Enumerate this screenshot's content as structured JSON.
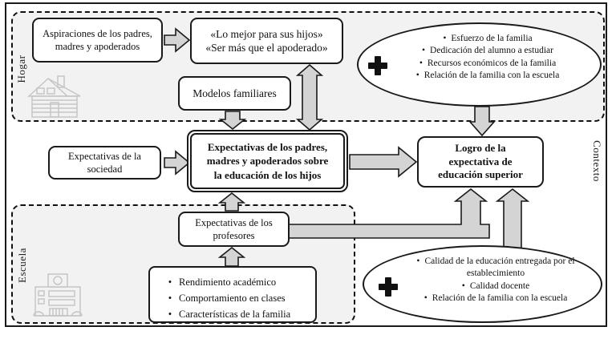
{
  "colors": {
    "panel_fill": "#f2f2f2",
    "arrow_fill": "#d4d4d4",
    "line_color": "#1a1a1a",
    "box_fill": "#ffffff"
  },
  "labels": {
    "hogar": "Hogar",
    "escuela": "Escuela",
    "contexto": "Contexto"
  },
  "boxes": {
    "aspiraciones": {
      "lines": [
        "Aspiraciones de los padres,",
        "madres y apoderados"
      ]
    },
    "lo_mejor": {
      "lines": [
        "«Lo mejor para sus hijos»",
        "«Ser más que el apoderado»"
      ]
    },
    "modelos": {
      "lines": [
        "Modelos familiares"
      ]
    },
    "sociedad": {
      "lines": [
        "Expectativas de la",
        "sociedad"
      ]
    },
    "expectativas_padres": {
      "lines": [
        "Expectativas de los padres,",
        "madres y apoderados sobre",
        "la educación de los hijos"
      ]
    },
    "logro": {
      "lines": [
        "Logro de la",
        "expectativa de",
        "educación superior"
      ]
    },
    "profesores": {
      "lines": [
        "Expectativas de los",
        "profesores"
      ]
    },
    "factores_escuela": {
      "items": [
        "Rendimiento académico",
        "Comportamiento en clases",
        "Características de la familia"
      ]
    }
  },
  "ellipses": {
    "hogar_factores": {
      "plus": "+",
      "items": [
        "Esfuerzo de la familia",
        "Dedicación del alumno a estudiar",
        "Recursos económicos de la familia",
        "Relación de la familia con la escuela"
      ]
    },
    "escuela_factores": {
      "plus": "+",
      "items": [
        "Calidad de la educación entregada por el establecimiento",
        "Calidad docente",
        "Relación de la familia con la escuela"
      ]
    }
  }
}
